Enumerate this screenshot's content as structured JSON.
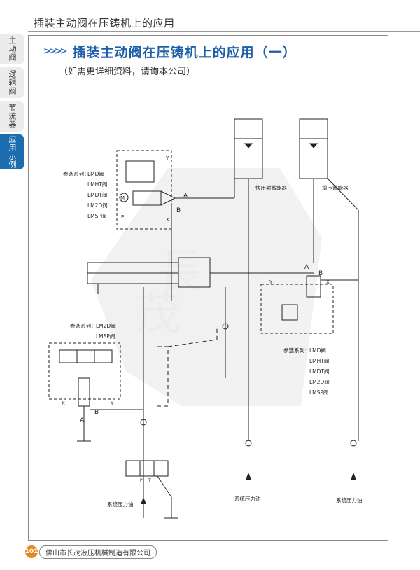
{
  "running_head": "插装主动阀在压铸机上的应用",
  "side_tabs": [
    {
      "label": "主动阀",
      "active": false
    },
    {
      "label": "逻辑阀",
      "active": false
    },
    {
      "label": "节流器",
      "active": false
    },
    {
      "label": "应用示例",
      "active": true
    }
  ],
  "title": "插装主动阀在压铸机上的应用（一）",
  "title_marker": ">>>>",
  "subtitle": "（如需更详细资料，请询本公司）",
  "diagram": {
    "option_label": "参选系列：",
    "option_series_top": [
      "LMD阀",
      "LMHT阀",
      "LMDT阀",
      "LM2D阀",
      "LMSP阀"
    ],
    "option_series_right": [
      "LMD阀",
      "LMHT阀",
      "LMDT阀",
      "LM2D阀",
      "LMSP阀"
    ],
    "option_series_left": [
      "LM2D阀",
      "LMSP阀"
    ],
    "accumulator_fast": "快压射蓄能器",
    "accumulator_boost": "增压蓄能器",
    "system_oil": "系统压力油",
    "port_a": "A",
    "port_b": "B",
    "port_x": "X",
    "port_y": "Y",
    "port_p": "P",
    "port_t": "T",
    "motor": "M",
    "watermark_chars": [
      "長",
      "茂"
    ]
  },
  "footer": {
    "page_number": "101",
    "company": "佛山市长茂液压机械制造有限公司"
  },
  "colors": {
    "accent": "#1c6db0",
    "page_badge": "#e58a22"
  }
}
